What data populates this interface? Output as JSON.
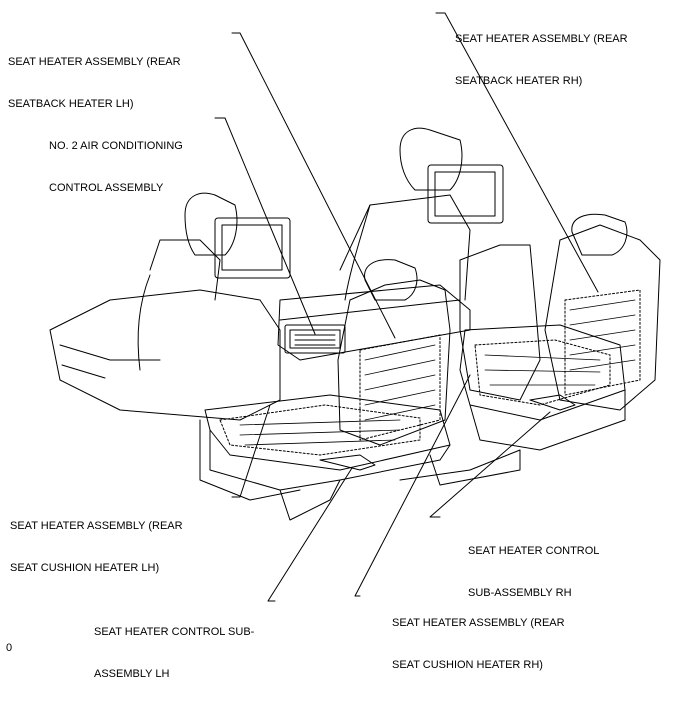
{
  "figure_number": "0",
  "callouts": {
    "rear_seatback_heater_lh": [
      "SEAT HEATER ASSEMBLY (REAR",
      "SEATBACK HEATER LH)"
    ],
    "rear_seatback_heater_rh": [
      "SEAT HEATER ASSEMBLY (REAR",
      "SEATBACK HEATER RH)"
    ],
    "no2_air_conditioning": [
      "NO. 2 AIR CONDITIONING",
      "CONTROL ASSEMBLY"
    ],
    "rear_seat_cushion_heater_lh": [
      "SEAT HEATER ASSEMBLY (REAR",
      "SEAT CUSHION HEATER LH)"
    ],
    "control_sub_assembly_rh": [
      "SEAT HEATER CONTROL",
      "SUB-ASSEMBLY RH"
    ],
    "rear_seat_cushion_heater_rh": [
      "SEAT HEATER ASSEMBLY (REAR",
      "SEAT CUSHION HEATER RH)"
    ],
    "control_sub_assembly_lh": [
      "SEAT HEATER CONTROL SUB-",
      "ASSEMBLY LH"
    ]
  }
}
